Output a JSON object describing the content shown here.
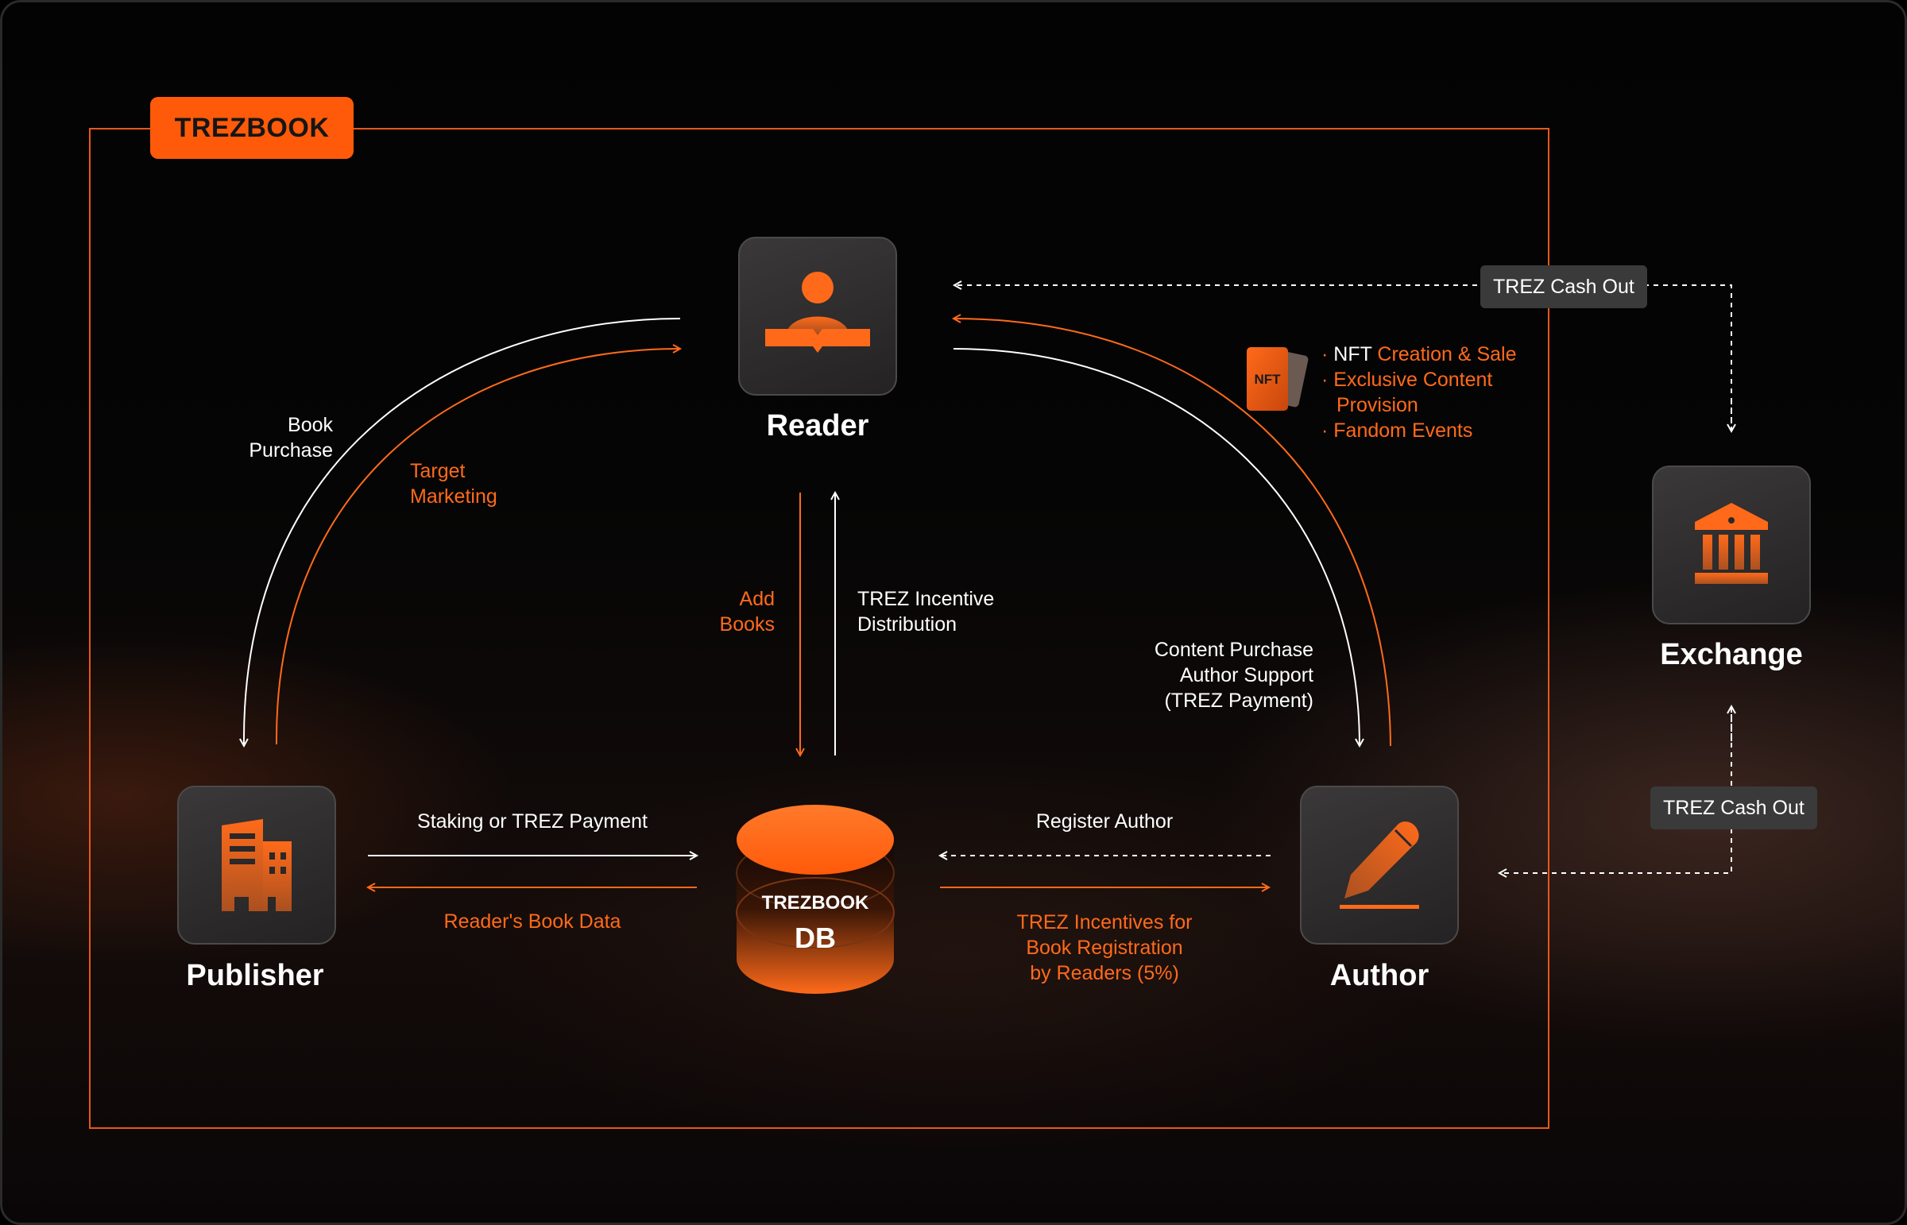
{
  "brand": "TREZBOOK",
  "nodes": {
    "reader": "Reader",
    "publisher": "Publisher",
    "author": "Author",
    "exchange": "Exchange",
    "db_top": "TREZBOOK",
    "db_bottom": "DB"
  },
  "nft_badge": "NFT",
  "flows": {
    "book_purchase": [
      "Book",
      "Purchase"
    ],
    "target_marketing": [
      "Target",
      "Marketing"
    ],
    "add_books": [
      "Add",
      "Books"
    ],
    "trez_incentive_distribution": [
      "TREZ Incentive",
      "Distribution"
    ],
    "content_purchase": [
      "Content Purchase",
      "Author Support",
      "(TREZ Payment)"
    ],
    "staking": "Staking or TREZ Payment",
    "readers_book_data": "Reader's Book Data",
    "register_author": "Register Author",
    "trez_incentives_registration": [
      "TREZ Incentives for",
      "Book Registration",
      "by Readers (5%)"
    ],
    "cash_out_top": "TREZ Cash Out",
    "cash_out_bottom": "TREZ Cash Out"
  },
  "nft_benefits": {
    "line1_prefix": "NFT",
    "line1_suffix": "Creation & Sale",
    "line2": "Exclusive Content",
    "line3": "Provision",
    "line4": "Fandom Events",
    "bullet": "·"
  },
  "colors": {
    "accent": "#ff6a1a",
    "brand_box": "#ff5a0a",
    "node_bg": "#2e2c2c",
    "pill_bg": "#3a3a3a"
  },
  "icons": {
    "reader": "reader-with-book-icon",
    "publisher": "building-icon",
    "author": "pencil-icon",
    "exchange": "bank-icon",
    "db": "database-cylinder-icon",
    "nft": "nft-card-icon"
  }
}
